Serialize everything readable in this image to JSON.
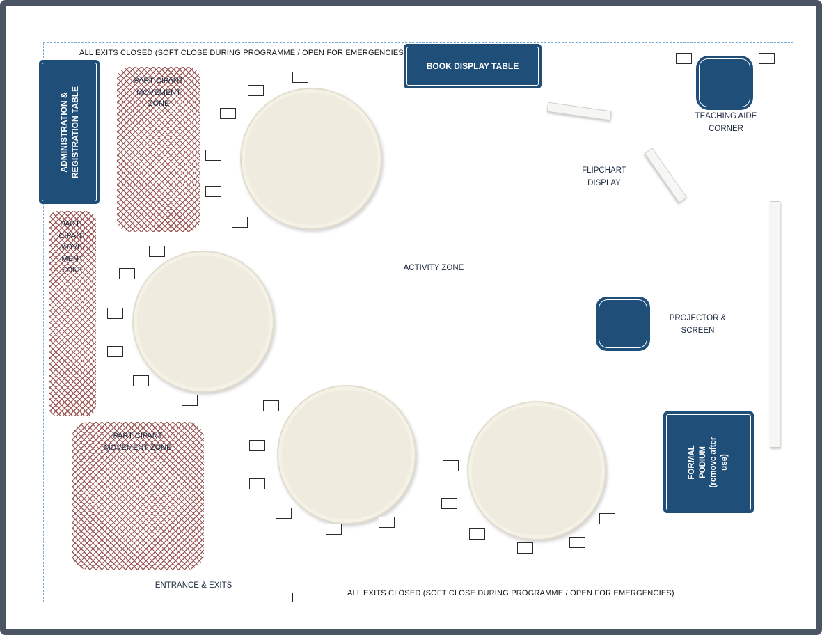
{
  "colors": {
    "navy": "#1f4e79",
    "hatch_red": "#8d3f3b",
    "frame": "#4a5462",
    "dashed_border": "#74a9d8",
    "table_fill": "#efebdf"
  },
  "notes": {
    "top": "ALL EXITS CLOSED (SOFT CLOSE DURING PROGRAMME / OPEN FOR EMERGENCIES)",
    "bottom": "ALL EXITS CLOSED (SOFT CLOSE DURING PROGRAMME / OPEN FOR EMERGENCIES)"
  },
  "fixtures": {
    "book_display": {
      "label": "BOOK DISPLAY TABLE"
    },
    "admin": {
      "lines": [
        "ADMINISTRATION &",
        "REGISTRATION TABLE"
      ]
    },
    "teaching_aide": {
      "lines": [
        "TEACHING AIDE",
        "CORNER"
      ]
    },
    "flipchart": {
      "lines": [
        "FLIPCHART",
        "DISPLAY"
      ]
    },
    "projector": {
      "lines": [
        "PROJECTOR &",
        "SCREEN"
      ]
    },
    "podium": {
      "lines": [
        "FORMAL",
        "PODIUM",
        "(remove after",
        "use)"
      ]
    },
    "activity_zone": {
      "label": "ACTIVITY ZONE"
    },
    "entrance": {
      "label": "ENTRANCE & EXITS"
    }
  },
  "zones": {
    "top_left": {
      "lines": [
        "PARTICIPANT",
        "MOVEMENT",
        "ZONE"
      ]
    },
    "left": {
      "lines": [
        "PARTI-",
        "CIPANT",
        "MOVE-",
        "MENT",
        "ZONE"
      ]
    },
    "bottom_left": {
      "lines": [
        "PARTICIPANT",
        "MOVEMENT ZONE"
      ]
    }
  }
}
